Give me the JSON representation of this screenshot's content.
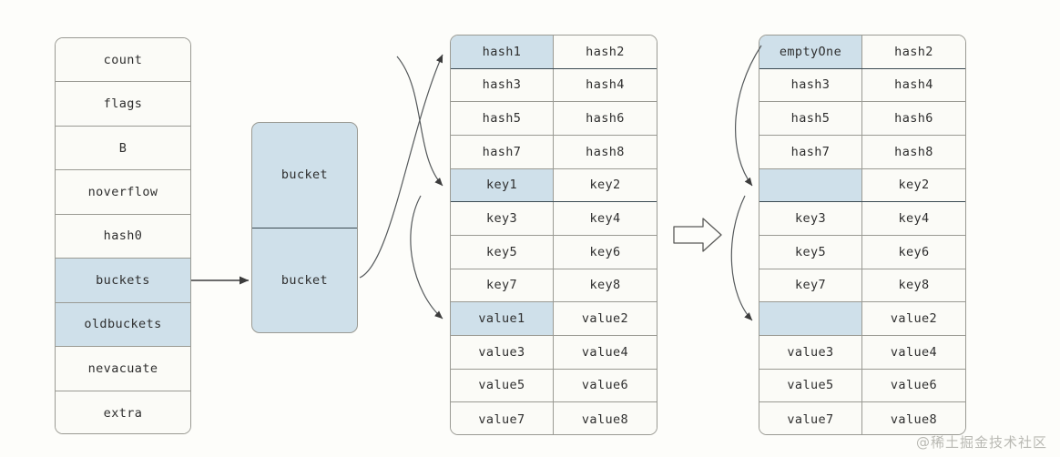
{
  "diagram": {
    "title": "Go map bucket evacuation diagram",
    "colors": {
      "background": "#fdfdfa",
      "cell_fill": "#fbfbf7",
      "highlight": "#cfe0ea",
      "border": "#9a9a93",
      "dark_border": "#3b4a52",
      "text": "#2e2e2e",
      "watermark": "#b9b9b3"
    }
  },
  "hmap": {
    "name": "hmap-struct",
    "rows": [
      {
        "label": "count",
        "highlight": false
      },
      {
        "label": "flags",
        "highlight": false
      },
      {
        "label": "B",
        "highlight": false
      },
      {
        "label": "noverflow",
        "highlight": false
      },
      {
        "label": "hash0",
        "highlight": false
      },
      {
        "label": "buckets",
        "highlight": true
      },
      {
        "label": "oldbuckets",
        "highlight": true
      },
      {
        "label": "nevacuate",
        "highlight": false
      },
      {
        "label": "extra",
        "highlight": false
      }
    ]
  },
  "bucket_array": {
    "name": "bucket-array",
    "rows": [
      {
        "label": "bucket"
      },
      {
        "label": "bucket"
      }
    ]
  },
  "old_bucket": {
    "name": "old-bucket-table",
    "rows": [
      {
        "left": "hash1",
        "right": "hash2",
        "left_highlight": true,
        "right_highlight": false
      },
      {
        "left": "hash3",
        "right": "hash4",
        "left_highlight": false,
        "right_highlight": false
      },
      {
        "left": "hash5",
        "right": "hash6",
        "left_highlight": false,
        "right_highlight": false
      },
      {
        "left": "hash7",
        "right": "hash8",
        "left_highlight": false,
        "right_highlight": false
      },
      {
        "left": "key1",
        "right": "key2",
        "left_highlight": true,
        "right_highlight": false
      },
      {
        "left": "key3",
        "right": "key4",
        "left_highlight": false,
        "right_highlight": false
      },
      {
        "left": "key5",
        "right": "key6",
        "left_highlight": false,
        "right_highlight": false
      },
      {
        "left": "key7",
        "right": "key8",
        "left_highlight": false,
        "right_highlight": false
      },
      {
        "left": "value1",
        "right": "value2",
        "left_highlight": true,
        "right_highlight": false
      },
      {
        "left": "value3",
        "right": "value4",
        "left_highlight": false,
        "right_highlight": false
      },
      {
        "left": "value5",
        "right": "value6",
        "left_highlight": false,
        "right_highlight": false
      },
      {
        "left": "value7",
        "right": "value8",
        "left_highlight": false,
        "right_highlight": false
      }
    ]
  },
  "new_bucket": {
    "name": "evacuated-bucket-table",
    "rows": [
      {
        "left": "emptyOne",
        "right": "hash2",
        "left_highlight": true,
        "right_highlight": false
      },
      {
        "left": "hash3",
        "right": "hash4",
        "left_highlight": false,
        "right_highlight": false
      },
      {
        "left": "hash5",
        "right": "hash6",
        "left_highlight": false,
        "right_highlight": false
      },
      {
        "left": "hash7",
        "right": "hash8",
        "left_highlight": false,
        "right_highlight": false
      },
      {
        "left": "",
        "right": "key2",
        "left_highlight": true,
        "right_highlight": false
      },
      {
        "left": "key3",
        "right": "key4",
        "left_highlight": false,
        "right_highlight": false
      },
      {
        "left": "key5",
        "right": "key6",
        "left_highlight": false,
        "right_highlight": false
      },
      {
        "left": "key7",
        "right": "key8",
        "left_highlight": false,
        "right_highlight": false
      },
      {
        "left": "",
        "right": "value2",
        "left_highlight": true,
        "right_highlight": false
      },
      {
        "left": "value3",
        "right": "value4",
        "left_highlight": false,
        "right_highlight": false
      },
      {
        "left": "value5",
        "right": "value6",
        "left_highlight": false,
        "right_highlight": false
      },
      {
        "left": "value7",
        "right": "value8",
        "left_highlight": false,
        "right_highlight": false
      }
    ]
  },
  "connectors": {
    "buckets_to_array": "straight-arrow",
    "array_to_old": "three-curved-arrows",
    "transition": "block-arrow",
    "old_to_new": "two-curved-arrows"
  },
  "watermark": {
    "text": "@稀土掘金技术社区"
  }
}
